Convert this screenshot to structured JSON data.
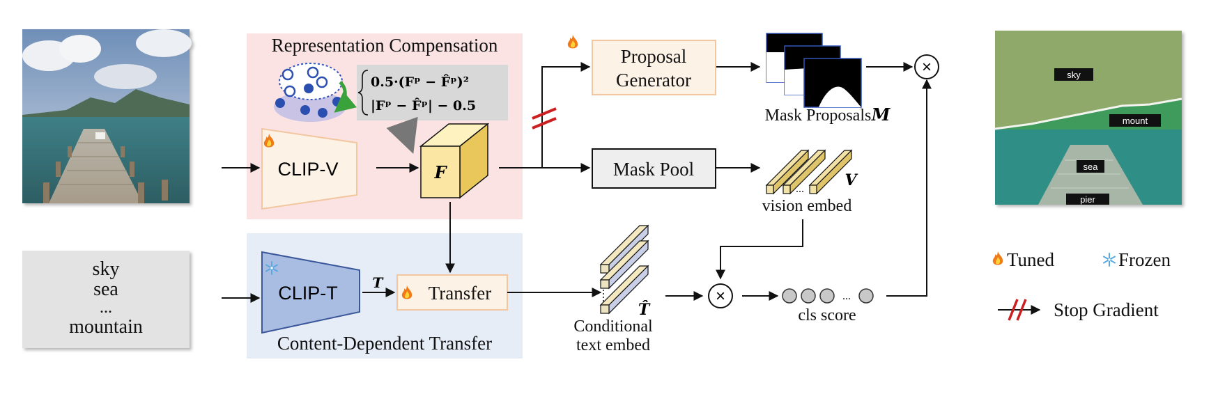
{
  "input_image": {
    "name": "pier scene photo"
  },
  "text_input": {
    "lines": [
      "sky",
      "sea",
      "...",
      "mountain"
    ]
  },
  "representation_compensation": {
    "title": "Representation Compensation",
    "loss_line1": "0.5·(Fᵖ − F̂ᵖ)²",
    "loss_line2": "|Fᵖ − F̂ᵖ| − 0.5"
  },
  "content_dependent_transfer": {
    "title": "Content-Dependent Transfer"
  },
  "modules": {
    "clip_v": "CLIP-V",
    "clip_t": "CLIP-T",
    "feature": "F",
    "t_symbol": "T",
    "transfer": "Transfer",
    "proposal_generator_line1": "Proposal",
    "proposal_generator_line2": "Generator",
    "mask_pool": "Mask Pool"
  },
  "outputs": {
    "mask_proposals": "Mask Proposals",
    "mask_symbol": "M",
    "vision_embed": "vision embed",
    "v_symbol": "V",
    "ellipsis": "...",
    "cond_text_line1": "Conditional",
    "cond_text_line2": "text embed",
    "t_hat_symbol": "T̂",
    "cls_score": "cls score",
    "multiply": "×"
  },
  "segmentation_labels": [
    "sky",
    "mount",
    "sea",
    "pier"
  ],
  "legend": {
    "tuned": "Tuned",
    "frozen": "Frozen",
    "stop_gradient": "Stop Gradient"
  },
  "colors": {
    "rc_bg": "#fbe3e3",
    "cdt_bg": "#e7edf7",
    "clip_v_fill": "#fdf2e6",
    "clip_t_fill": "#a9bde3",
    "feature_cube": "#fbe7a3",
    "proposal_fill": "#fdf2e6",
    "mask_pool_fill": "#eeeeee",
    "embed_yellow": "#f3e2a6",
    "embed_blue": "#dfe5f5",
    "stop_gradient": "#cc1f1f"
  }
}
